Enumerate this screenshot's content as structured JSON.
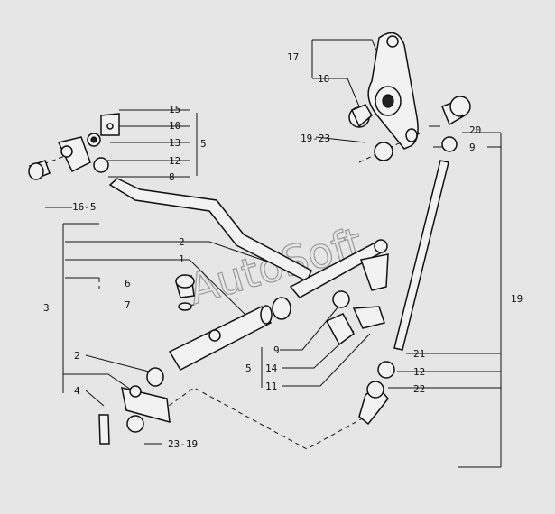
{
  "watermark": "AutoSoft",
  "callouts": {
    "c17": "17",
    "c18": "18",
    "c19_23_top": "19-23",
    "c20": "20",
    "c9_right": "9",
    "c15": "15",
    "c10": "10",
    "c13": "13",
    "c12_left": "12",
    "c8": "8",
    "c5_left": "5",
    "c16_5": "16-5",
    "c2_top": "2",
    "c1": "1",
    "c3": "3",
    "c6": "6",
    "c7": "7",
    "c19_right": "19",
    "c2_mid": "2",
    "c9_mid": "9",
    "c5_mid": "5",
    "c14": "14",
    "c11": "11",
    "c21": "21",
    "c12_right": "12",
    "c22": "22",
    "c4": "4",
    "c23_19": "23-19"
  }
}
